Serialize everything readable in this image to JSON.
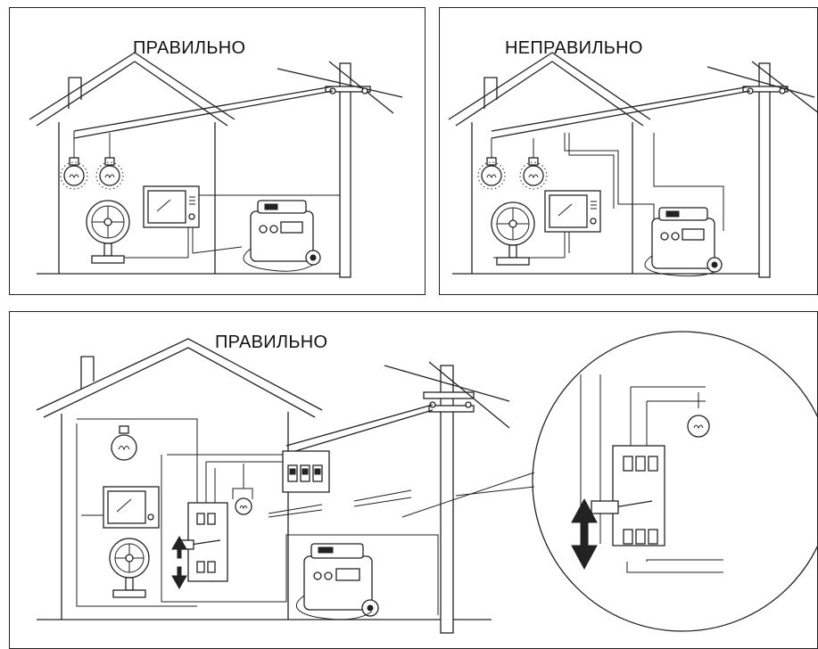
{
  "panels": {
    "top_left": {
      "title": "ПРАВИЛЬНО"
    },
    "top_right": {
      "title": "НЕПРАВИЛЬНО"
    },
    "bottom": {
      "title": "ПРАВИЛЬНО"
    }
  },
  "icons": [
    "house",
    "utility-pole",
    "light-bulb",
    "tv",
    "fan",
    "generator",
    "transfer-switch",
    "breaker-box",
    "arrow-up",
    "arrow-down",
    "magnifier-circle"
  ]
}
